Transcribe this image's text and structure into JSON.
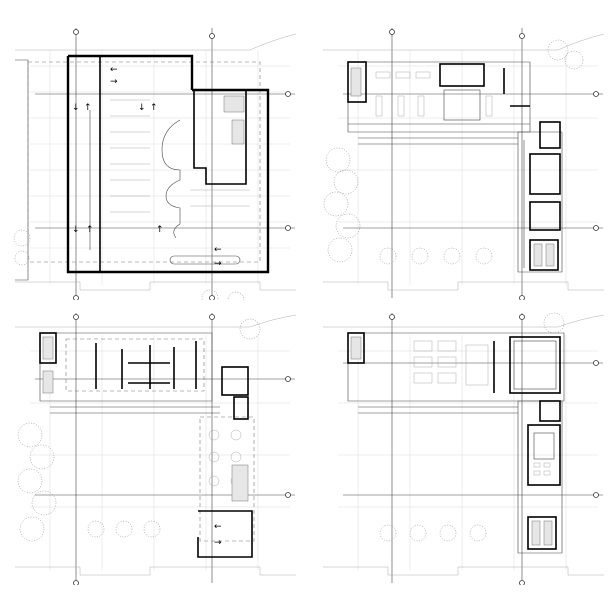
{
  "sheet": {
    "layout": "2x2 grid of architectural floor plans",
    "colors": {
      "paper": "#ffffff",
      "ink": "#000000",
      "line": "#444444",
      "grid": "#cfcfcf",
      "fill": "#e6e6e6"
    }
  },
  "plans": [
    {
      "id": "plan-1",
      "content": "parking level with one-way traffic arrows and ramp"
    },
    {
      "id": "plan-2",
      "content": "ground floor L-shaped building with courtyard and trees"
    },
    {
      "id": "plan-3",
      "content": "floor with large open hall and tiled plaza"
    },
    {
      "id": "plan-4",
      "content": "upper floor with furnished rooms in L-shaped wing"
    }
  ],
  "icons": [
    "north-arrow-icon",
    "axis-marker-icon",
    "tree-icon",
    "car-arrow-icon"
  ]
}
